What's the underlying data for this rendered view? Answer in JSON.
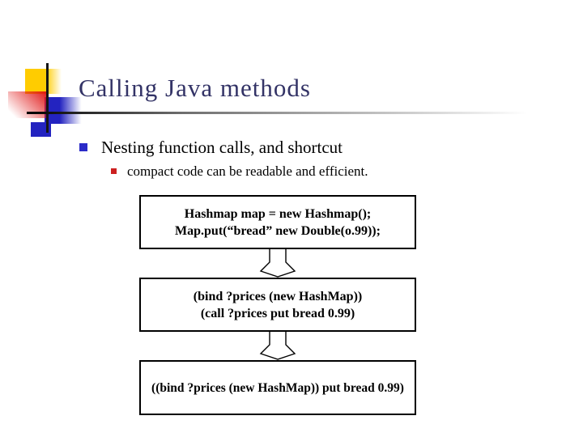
{
  "slide": {
    "title": "Calling Java methods",
    "bullet": "Nesting function calls, and shortcut",
    "sub_bullet": "compact code can be readable and efficient.",
    "boxes": [
      {
        "lines": [
          "Hashmap map = new Hashmap();",
          "Map.put(“bread” new Double(o.99));"
        ]
      },
      {
        "lines": [
          "(bind ?prices (new HashMap))",
          "(call ?prices put bread 0.99)"
        ]
      },
      {
        "lines": [
          "((bind ?prices (new HashMap)) put bread 0.99)"
        ]
      }
    ],
    "icons": {
      "bullet_level1": "blue-square-bullet",
      "bullet_level2": "red-square-bullet",
      "flow_connector": "hollow-down-arrow"
    },
    "colors": {
      "title_text": "#333366",
      "body_text": "#000000",
      "bullet_level1": "#2b2bc8",
      "bullet_level2": "#cc2020",
      "emblem_yellow": "#ffcc00",
      "emblem_red": "#e01414",
      "emblem_blue": "#2323c0",
      "box_border": "#000000",
      "background": "#ffffff"
    }
  }
}
